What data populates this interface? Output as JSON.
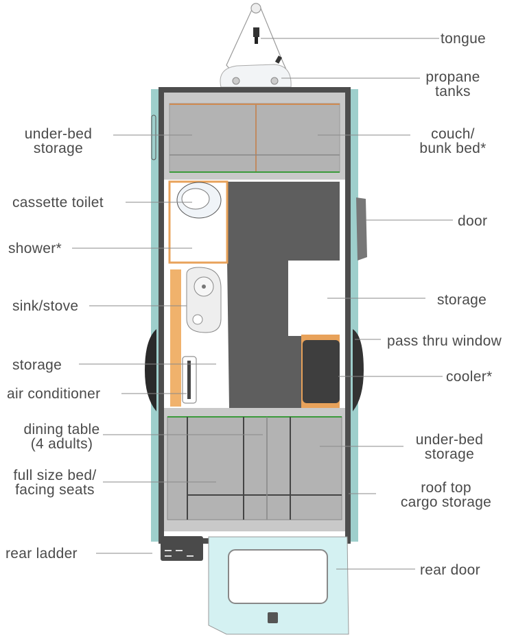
{
  "left_labels": {
    "under_bed_storage": [
      "under-bed",
      "storage"
    ],
    "cassette_toilet": "cassette toilet",
    "shower": "shower*",
    "sink_stove": "sink/stove",
    "storage": "storage",
    "air_conditioner": "air conditioner",
    "dining_table": [
      "dining table",
      "(4 adults)"
    ],
    "full_size_bed": [
      "full size bed/",
      "facing seats"
    ],
    "rear_ladder": "rear ladder"
  },
  "right_labels": {
    "tongue": "tongue",
    "propane_tanks": [
      "propane",
      "tanks"
    ],
    "couch_bunk": [
      "couch/",
      "bunk bed*"
    ],
    "door": "door",
    "storage": "storage",
    "pass_thru_window": "pass thru window",
    "cooler": "cooler*",
    "under_bed_storage": [
      "under-bed",
      "storage"
    ],
    "roof_top_cargo": [
      "roof top",
      "cargo storage"
    ],
    "rear_door": "rear door"
  },
  "colors": {
    "teal": "#9ecfcc",
    "frame": "#4d4d4d",
    "panel": "#b3b3b3",
    "floor": "#5e5e5e",
    "wood": "#e8a25a",
    "door_glass": "#d4f1f2"
  }
}
